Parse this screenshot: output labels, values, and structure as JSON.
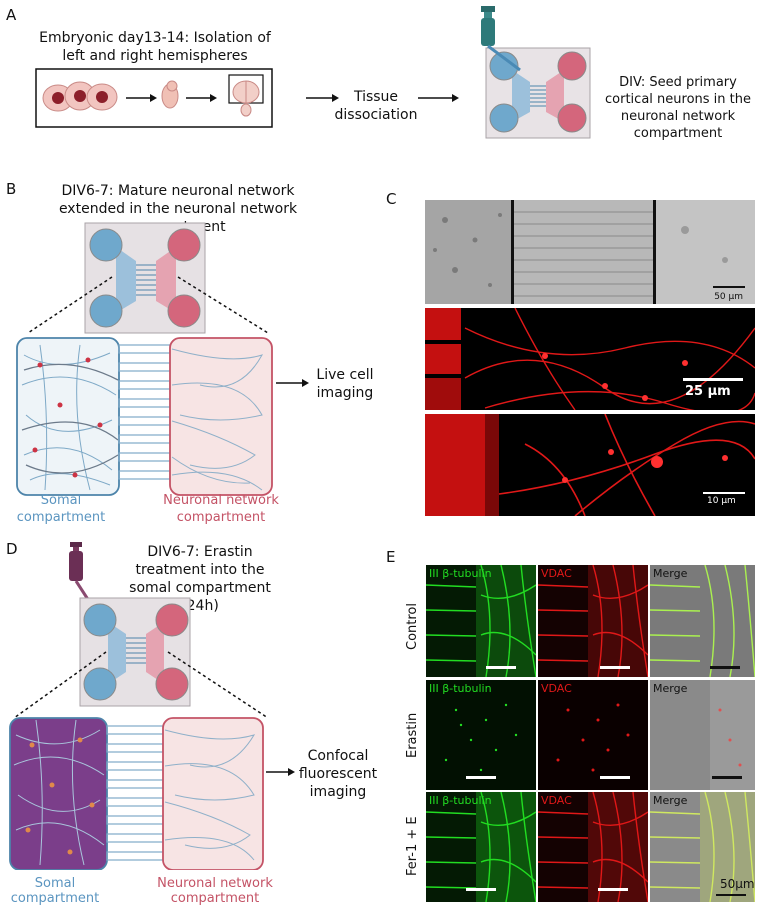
{
  "panelA": {
    "letter": "A",
    "title": "Embryonic day13-14: Isolation of left and right hemispheres",
    "step2": "Tissue dissociation",
    "step3": "DIV: Seed primary cortical neurons in the neuronal network compartment"
  },
  "panelB": {
    "letter": "B",
    "title": "DIV6-7: Mature neuronal network extended in the neuronal network compartment",
    "arrow_label": "Live cell imaging",
    "somal": "Somal compartment",
    "network": "Neuronal network compartment"
  },
  "panelC": {
    "letter": "C",
    "scale1": "50 µm",
    "scale2": "25 µm",
    "scale3": "10 µm"
  },
  "panelD": {
    "letter": "D",
    "title": "DIV6-7: Erastin treatment into the somal compartment (24h)",
    "arrow_label": "Confocal fluorescent imaging",
    "somal": "Somal compartment",
    "network": "Neuronal network compartment"
  },
  "panelE": {
    "letter": "E",
    "rows": [
      "Control",
      "Erastin",
      "Fer-1 + E"
    ],
    "col1": "III β-tubulin",
    "col2": "VDAC",
    "col3": "Merge",
    "scale": "50µm"
  },
  "colors": {
    "blue": "#6fa8cc",
    "red": "#d4667c",
    "somal_text": "#5b95c0",
    "network_text": "#c45366",
    "green": "#22dd22",
    "fluor_red": "#e01818"
  }
}
